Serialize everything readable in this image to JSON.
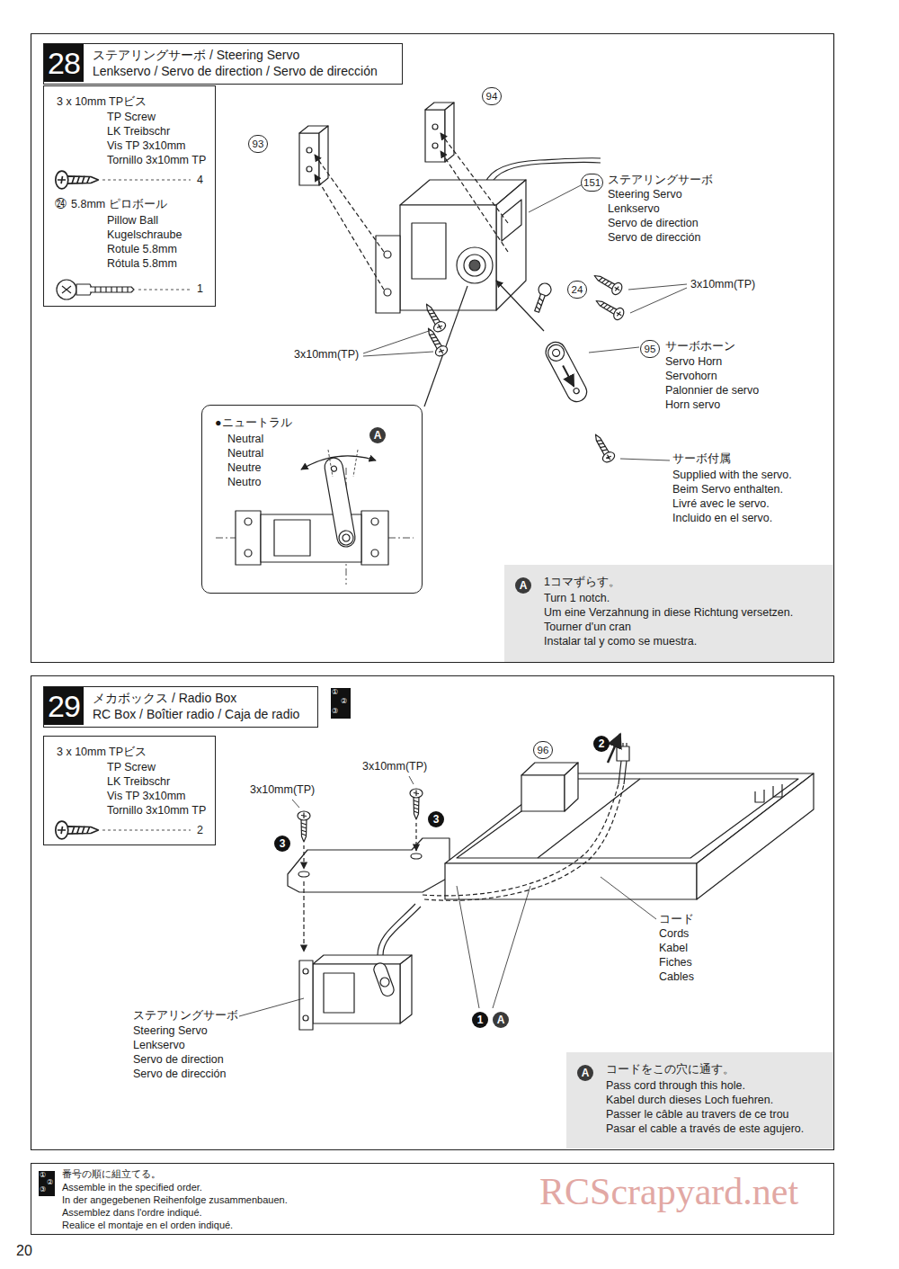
{
  "diagram": {
    "nodes": [
      {
        "text": [
          "28",
          "ステアリングサーボ / Steering Servo",
          "Lenkservo / Servo de direction / Servo de dirección"
        ]
      },
      {
        "text": [
          "3 x 10mm TPビス",
          "TP Screw",
          "LK Treibschr",
          "Vis TP 3x10mm",
          "Tornillo 3x10mm TP",
          "4",
          "㉔",
          "5.8mm ピロボール",
          "Pillow Ball",
          "Kugelschraube",
          "Rotule 5.8mm",
          "Rótula 5.8mm",
          "1"
        ]
      },
      {
        "text": [
          "●ニュートラル",
          "Neutral",
          "Neutral",
          "Neutre",
          "Neutro",
          "A"
        ]
      },
      {
        "text": [
          "A",
          "1コマずらす。",
          "Turn 1 notch.",
          "Um eine Verzahnung in diese Richtung versetzen.",
          "Tourner d'un cran",
          "Instalar tal y como se muestra."
        ]
      },
      {
        "text": [
          "29",
          "メカボックス / Radio Box",
          "RC Box / Boîtier radio / Caja de radio"
        ]
      },
      {
        "text": [
          "3 x 10mm TPビス",
          "TP Screw",
          "LK Treibschr",
          "Vis TP 3x10mm",
          "Tornillo 3x10mm TP",
          "2"
        ]
      },
      {
        "text": [
          "①",
          "②",
          "③"
        ]
      },
      {
        "text": [
          "A",
          "コードをこの穴に通す。",
          "Pass cord through this hole.",
          "Kabel durch dieses Loch fuehren.",
          "Passer le câble au travers de ce trou",
          "Pasar el cable a través de este agujero."
        ]
      },
      {
        "text": [
          "番号の順に組立てる。",
          "Assemble in the specified order.",
          "In der angegebenen Reihenfolge zusammenbauen.",
          "Assemblez dans l'ordre indiqué.",
          "Realice el montaje en el orden indiqué."
        ]
      },
      {
        "text": [
          "①",
          "②",
          "③"
        ],
        "in": 8
      }
    ],
    "labels": [
      "94",
      "93",
      "151",
      "ステアリングサーボ",
      "Steering Servo",
      "Lenkservo",
      "Servo de direction",
      "Servo de dirección",
      "3x10mm(TP)",
      "24",
      "95",
      "サーボホーン",
      "Servo Horn",
      "Servohorn",
      "Palonnier de servo",
      "Horn servo",
      "3x10mm(TP)",
      "サーボ付属",
      "Supplied with the servo.",
      "Beim Servo enthalten.",
      "Livré avec le servo.",
      "Incluido en el servo.",
      "96",
      "2",
      "3x10mm(TP)",
      "3x10mm(TP)",
      "3",
      "3",
      "コード",
      "Cords",
      "Kabel",
      "Fiches",
      "Cables",
      "1",
      "A",
      "ステアリングサーボ",
      "Steering Servo",
      "Lenkservo",
      "Servo de direction",
      "Servo de dirección",
      "RCScrapyard.net",
      "20"
    ]
  }
}
